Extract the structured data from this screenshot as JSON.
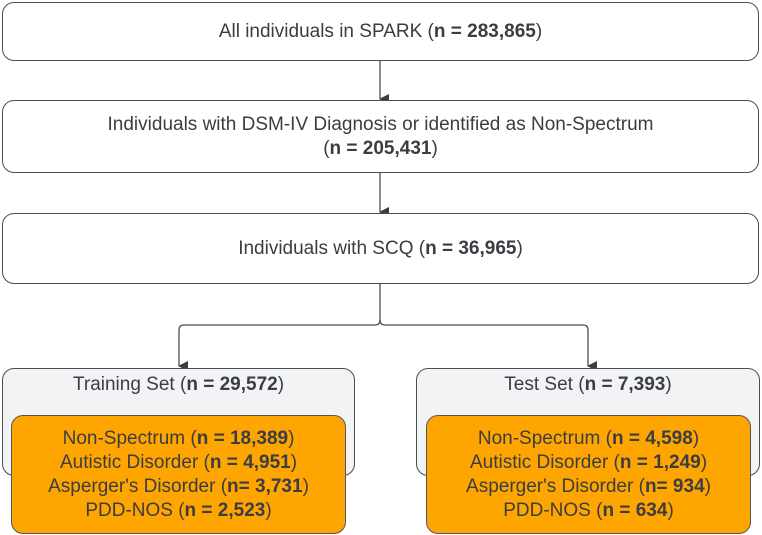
{
  "nodes": {
    "all": {
      "label": "All individuals in SPARK",
      "n": "n = 283,865"
    },
    "dsm": {
      "label": "Individuals with DSM-IV Diagnosis or identified as Non-Spectrum",
      "n": "n = 205,431"
    },
    "scq": {
      "label": "Individuals with SCQ",
      "n": "n = 36,965"
    },
    "training": {
      "label": "Training Set",
      "n": "n = 29,572",
      "groups": [
        {
          "label": "Non-Spectrum",
          "n": "n = 18,389"
        },
        {
          "label": "Autistic Disorder",
          "n": "n = 4,951"
        },
        {
          "label": "Asperger's Disorder",
          "n": "n= 3,731"
        },
        {
          "label": "PDD-NOS",
          "n": "n = 2,523"
        }
      ]
    },
    "test": {
      "label": "Test Set",
      "n": "n = 7,393",
      "groups": [
        {
          "label": "Non-Spectrum",
          "n": "n = 4,598"
        },
        {
          "label": "Autistic Disorder",
          "n": "n = 1,249"
        },
        {
          "label": "Asperger's Disorder",
          "n": "n= 934"
        },
        {
          "label": "PDD-NOS",
          "n": "n = 634"
        }
      ]
    }
  },
  "colors": {
    "group_fill": "#ffa500",
    "set_fill": "#f2f3f5",
    "border": "#4a4d52",
    "text": "#3a3d42"
  }
}
